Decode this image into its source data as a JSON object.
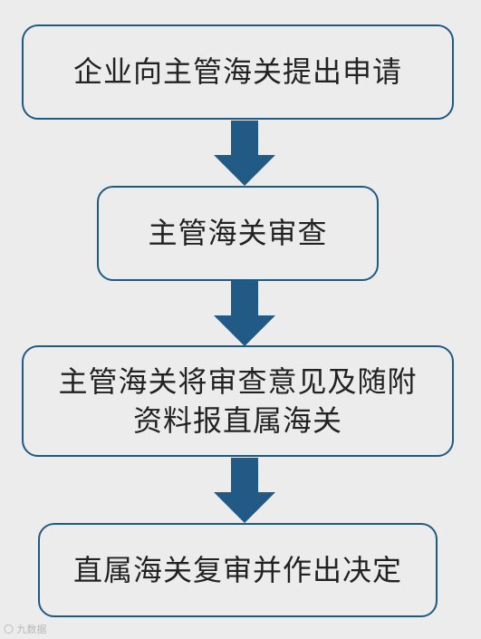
{
  "diagram": {
    "steps": [
      {
        "lines": [
          "企业向主管海关提出申请"
        ]
      },
      {
        "lines": [
          "主管海关审查"
        ]
      },
      {
        "lines": [
          "主管海关将审查意见及随附",
          "资料报直属海关"
        ]
      },
      {
        "lines": [
          "直属海关复审并作出决定"
        ]
      }
    ]
  },
  "watermark": {
    "text": "〇 九数据"
  },
  "colors": {
    "border": "#1f5a86",
    "arrow": "#205a85",
    "background": "#ececec",
    "text": "#222222"
  }
}
